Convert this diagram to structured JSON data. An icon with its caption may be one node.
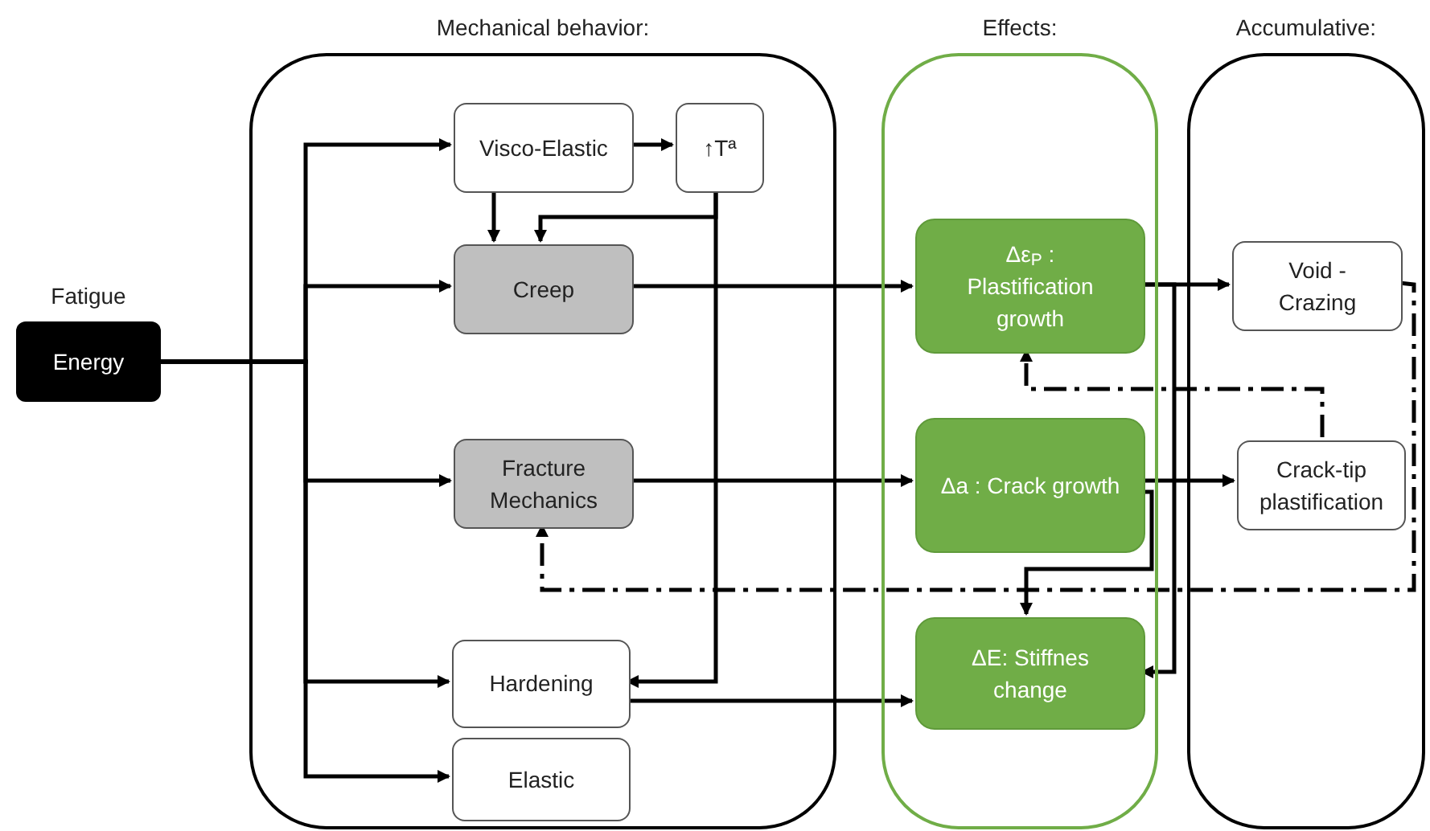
{
  "diagram": {
    "nodes": [
      {
        "text": [
          "Mechanical behavior:"
        ]
      },
      {
        "text": [
          "Effects:"
        ]
      },
      {
        "text": [
          "Accumulative:"
        ]
      },
      {
        "text": [
          "Energy"
        ],
        "beside": [
          "Fatigue"
        ]
      },
      {
        "text": [
          "Visco-Elastic"
        ],
        "in": 0
      },
      {
        "text": [
          "↑Tª"
        ],
        "in": 0
      },
      {
        "text": [
          "Creep"
        ],
        "in": 0
      },
      {
        "text": [
          "Fracture Mechanics"
        ],
        "in": 0
      },
      {
        "text": [
          "Hardening"
        ],
        "in": 0
      },
      {
        "text": [
          "Elastic"
        ],
        "in": 0
      },
      {
        "text": [
          "Δε$_{P}$ : Plastification growth"
        ],
        "in": 1
      },
      {
        "text": [
          "Δa : Crack growth"
        ],
        "in": 1
      },
      {
        "text": [
          "ΔE: Stiffnes change"
        ],
        "in": 1
      },
      {
        "text": [
          "Void - Crazing"
        ],
        "in": 2
      },
      {
        "text": [
          "Crack-tip plastification"
        ],
        "in": 2
      }
    ],
    "edges": [
      {
        "from": 3,
        "to": 4,
        "arrow": "to"
      },
      {
        "from": 3,
        "to": 6,
        "arrow": "to"
      },
      {
        "from": 3,
        "to": 7,
        "arrow": "to"
      },
      {
        "from": 3,
        "to": 8,
        "arrow": "to"
      },
      {
        "from": 3,
        "to": 9,
        "arrow": "to"
      },
      {
        "from": 4,
        "to": 5,
        "arrow": "to"
      },
      {
        "from": 4,
        "to": 6,
        "arrow": "to"
      },
      {
        "from": 5,
        "to": 6,
        "arrow": "to"
      },
      {
        "from": 5,
        "to": 8,
        "arrow": "to"
      },
      {
        "from": 6,
        "to": 10,
        "arrow": "to"
      },
      {
        "from": 7,
        "to": 11,
        "arrow": "to"
      },
      {
        "from": 8,
        "to": 12,
        "arrow": "to"
      },
      {
        "from": 10,
        "to": 13,
        "arrow": "to"
      },
      {
        "from": 10,
        "to": 12,
        "arrow": "to"
      },
      {
        "from": 11,
        "to": 14,
        "arrow": "to"
      },
      {
        "from": 11,
        "to": 12,
        "arrow": "to"
      },
      {
        "from": 14,
        "to": 10,
        "arrow": "to",
        "style": "dashed"
      },
      {
        "from": 13,
        "to": 7,
        "arrow": "to",
        "style": "dashed"
      }
    ]
  }
}
